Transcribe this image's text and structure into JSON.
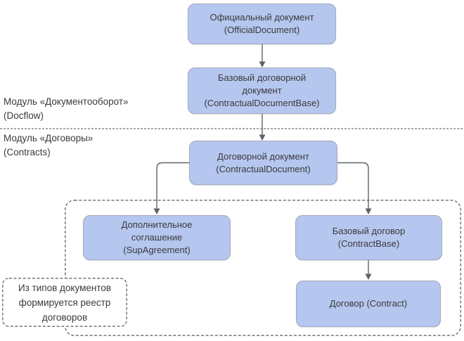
{
  "colors": {
    "node_fill": "#b5c6ef",
    "node_border": "#a2a9ba",
    "connector": "#5f6368",
    "dash_line": "#7f7f7f",
    "divider": "#8a8a8a",
    "text": "#3a3a3a",
    "bg": "#ffffff"
  },
  "modules": {
    "docflow": {
      "line1": "Модуль «Документооборот»",
      "line2": "(Docflow)"
    },
    "contracts": {
      "line1": "Модуль «Договоры»",
      "line2": "(Contracts)"
    }
  },
  "nodes": {
    "official_document": {
      "line1": "Официальный документ",
      "line2": "(OfficialDocument)"
    },
    "contractual_document_base": {
      "line1": "Базовый договорной",
      "line2": "документ",
      "line3": "(ContractualDocumentBase)"
    },
    "contractual_document": {
      "line1": "Договорной документ",
      "line2": "(ContractualDocument)"
    },
    "sup_agreement": {
      "line1": "Дополнительное",
      "line2": "соглашение",
      "line3": "(SupAgreement)"
    },
    "contract_base": {
      "line1": "Базовый договор",
      "line2": "(ContractBase)"
    },
    "contract": {
      "line1": "Договор (Contract)"
    }
  },
  "callout": {
    "line1": "Из типов документов",
    "line2": "формируется реестр",
    "line3": "договоров"
  }
}
